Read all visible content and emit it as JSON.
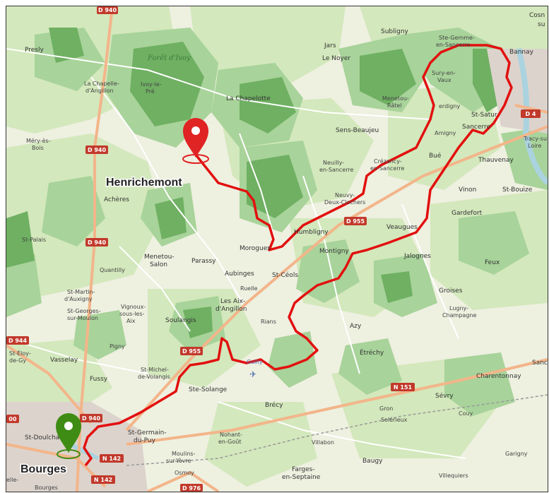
{
  "map": {
    "route_color": "#e2100f",
    "forest_color": "#a8d39a",
    "dense_forest_color": "#5fa35a",
    "road_color": "#f6c9a6",
    "water_color": "#aad3df",
    "urban_color": "#d9d0c9"
  },
  "markers": [
    {
      "label": "Henrichemont",
      "color": "#e02323",
      "icon": "map-pin-icon"
    },
    {
      "label": "Bourges",
      "color": "#3e8c14",
      "icon": "map-pin-icon"
    }
  ],
  "roads": {
    "d940_a": "D 940",
    "d940_b": "D 940",
    "d940_c": "D 940",
    "d940_d": "D 940",
    "d955_a": "D 955",
    "d955_b": "D 955",
    "d944": "D 944",
    "d976": "D 976",
    "n151": "N 151",
    "n142_a": "N 142",
    "n142_b": "N 142",
    "d4": "D 4",
    "d00": "00"
  },
  "forest": "Forêt d'Ivoy",
  "airport": "Guilly",
  "places": {
    "presly": "Presly",
    "jars": "Jars",
    "sublighy": "Subligny",
    "le_noyer": "Le Noyer",
    "ste_gemme_1": "Ste-Gemme-",
    "ste_gemme_2": "en-Sancerre",
    "bannay": "Bannay",
    "cosne_1": "Cosn",
    "cosne_2": "su",
    "chapelle_1": "La Chapelle-",
    "chapelle_2": "d'Angillon",
    "ivoy_1": "Ivoy-le-",
    "ivoy_2": "Pré",
    "chapelotte": "La Chapelotte",
    "menetou_ratel_1": "Menetou-",
    "menetou_ratel_2": "Râtel",
    "sury_1": "Sury-en-",
    "sury_2": "Vaux",
    "verdigny": "erdigny",
    "st_satur": "St-Satur",
    "sancerre": "Sancerre",
    "amigny": "Amigny",
    "mery_1": "Méry-ès-",
    "mery_2": "Bois",
    "sens_beaujeu": "Sens-Beaujeu",
    "neuilly_1": "Neuilly-",
    "neuilly_2": "en-Sancerre",
    "crezancy_1": "Crézancy-",
    "crezancy_2": "en-Sancerre",
    "bue": "Bué",
    "thauvenay": "Thauvenay",
    "tracy_1": "Tracy-su",
    "tracy_2": "Loire",
    "acheres": "Achères",
    "neuvy_1": "Neuvy-",
    "neuvy_2": "Deux-Clochers",
    "vinon": "Vinon",
    "st_bouize": "St-Bouize",
    "gardefort": "Gardefort",
    "humbligny": "Humbligny",
    "veaugues": "Veaugues",
    "st_palais": "St-Palais",
    "menetou_salon_1": "Menetou-",
    "menetou_salon_2": "Salon",
    "parassy": "Parassy",
    "morogues": "Morogues",
    "montigny": "Montigny",
    "jalognes": "Jalognes",
    "feux": "Feux",
    "quantilly": "Quantilly",
    "aubinges": "Aubinges",
    "st_ceols": "St-Céols",
    "ruelle": "Ruelle",
    "st_martin_1": "St-Martin-",
    "st_martin_2": "d'Auxigny",
    "st_georges_1": "St-Georges-",
    "st_georges_2": "sur-Moulon",
    "vignoux_1": "Vignoux-",
    "vignoux_2": "sous-les-",
    "vignoux_3": "Aix",
    "soulangis": "Soulangis",
    "les_aix_1": "Les Aix-",
    "les_aix_2": "d'Angillon",
    "rians": "Rians",
    "azy": "Azy",
    "groises": "Groises",
    "lugny_1": "Lugny-",
    "lugny_2": "Champagne",
    "pigny": "Pigny",
    "st_eloy_1": "St-Éloy-",
    "st_eloy_2": "de-Gy",
    "vasselay": "Vasselay",
    "etrechy": "Étréchy",
    "sancergues": "Sance",
    "charentonnay": "Charentonnay",
    "fussy": "Fussy",
    "st_michel_1": "St-Michel-",
    "st_michel_2": "de-Volangis",
    "ste_solange": "Ste-Solange",
    "sevry": "Sévry",
    "brecy": "Brécy",
    "gron": "Gron",
    "couy": "Couy",
    "solerieux": "Solérieux",
    "st_doulchard": "St-Doulchar",
    "st_germain_1": "St-Germain-",
    "st_germain_2": "du-Puy",
    "nohant_1": "Nohant-",
    "nohant_2": "en-Goût",
    "villabon": "Villabon",
    "garigny": "Garigny",
    "moulins_1": "Moulins-",
    "moulins_2": "sur-Yèvre",
    "osmoy": "Osmoy",
    "farges_1": "Farges-",
    "farges_2": "en-Septaine",
    "baugy": "Baugy",
    "villequiers": "Villequiers",
    "elle": "elle-",
    "bourges_small": "Bourges"
  }
}
